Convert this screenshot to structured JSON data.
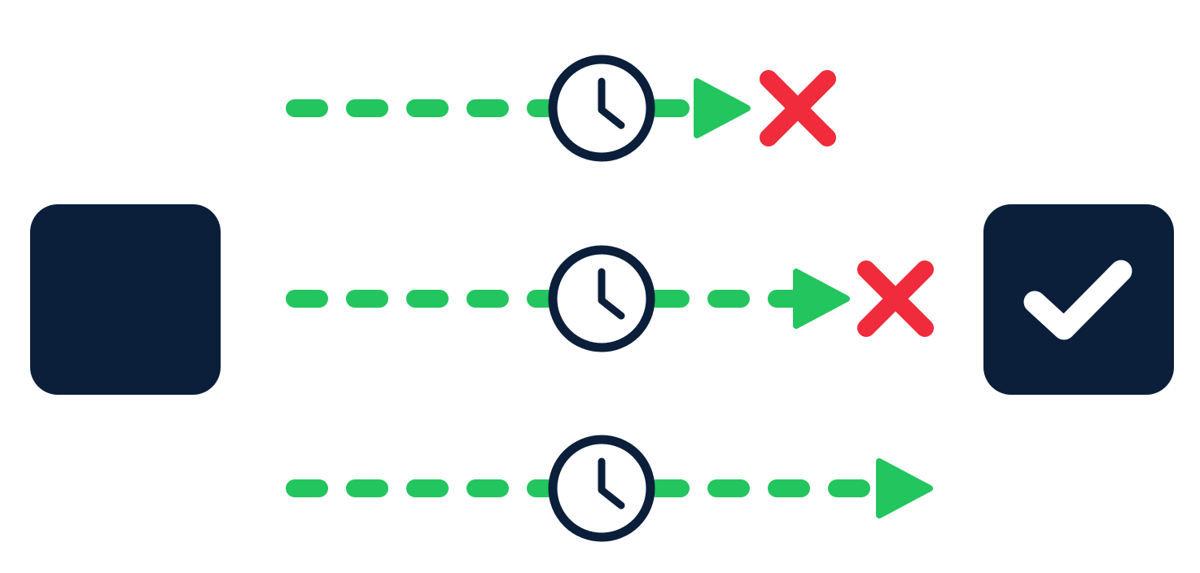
{
  "colors": {
    "node": "#0b1f3a",
    "dash": "#22c55e",
    "arrow": "#22c55e",
    "fail": "#ef2b3c",
    "check": "#ffffff",
    "clock_ring": "#0b1f3a",
    "clock_face": "#ffffff",
    "background": "#ffffff"
  },
  "nodes": [
    {
      "id": "source",
      "icon": "none"
    },
    {
      "id": "target",
      "icon": "check-icon"
    }
  ],
  "attempts": [
    {
      "id": "attempt-1",
      "icon": "clock-icon",
      "outcome": "fail",
      "outcome_icon": "x-icon"
    },
    {
      "id": "attempt-2",
      "icon": "clock-icon",
      "outcome": "fail",
      "outcome_icon": "x-icon"
    },
    {
      "id": "attempt-3",
      "icon": "clock-icon",
      "outcome": "success",
      "outcome_icon": "none"
    }
  ]
}
